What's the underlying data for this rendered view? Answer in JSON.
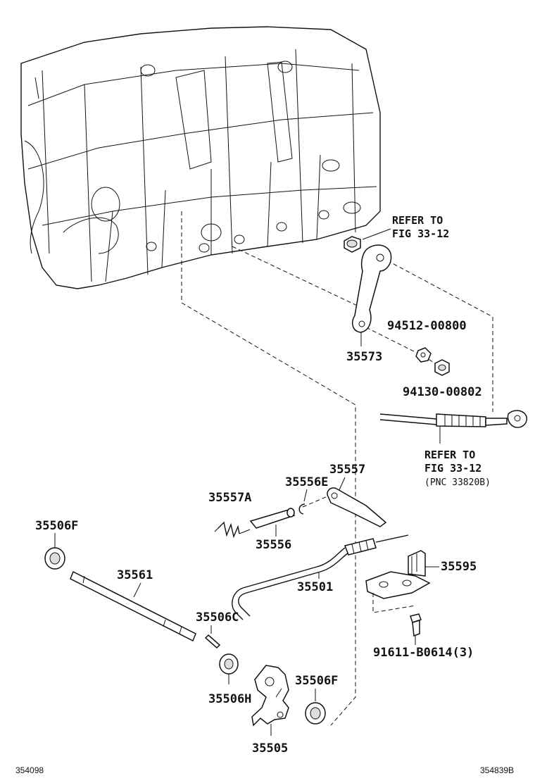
{
  "diagram": {
    "corner_codes": {
      "left": "354098",
      "right": "354839B"
    },
    "references": {
      "top": {
        "line1": "REFER TO",
        "line2": "FIG 33-12"
      },
      "cable": {
        "line1": "REFER TO",
        "line2": "FIG 33-12",
        "line3": "(PNC 33820B)"
      }
    },
    "parts": {
      "p35573": "35573",
      "p94512": "94512-00800",
      "p94130": "94130-00802",
      "p35557": "35557",
      "p35556E": "35556E",
      "p35557A": "35557A",
      "p35556": "35556",
      "p35506F_left": "35506F",
      "p35561": "35561",
      "p35501": "35501",
      "p35595": "35595",
      "p35506C": "35506C",
      "p91611": "91611-B0614(3)",
      "p35506H": "35506H",
      "p35506F_right": "35506F",
      "p35505": "35505"
    }
  }
}
